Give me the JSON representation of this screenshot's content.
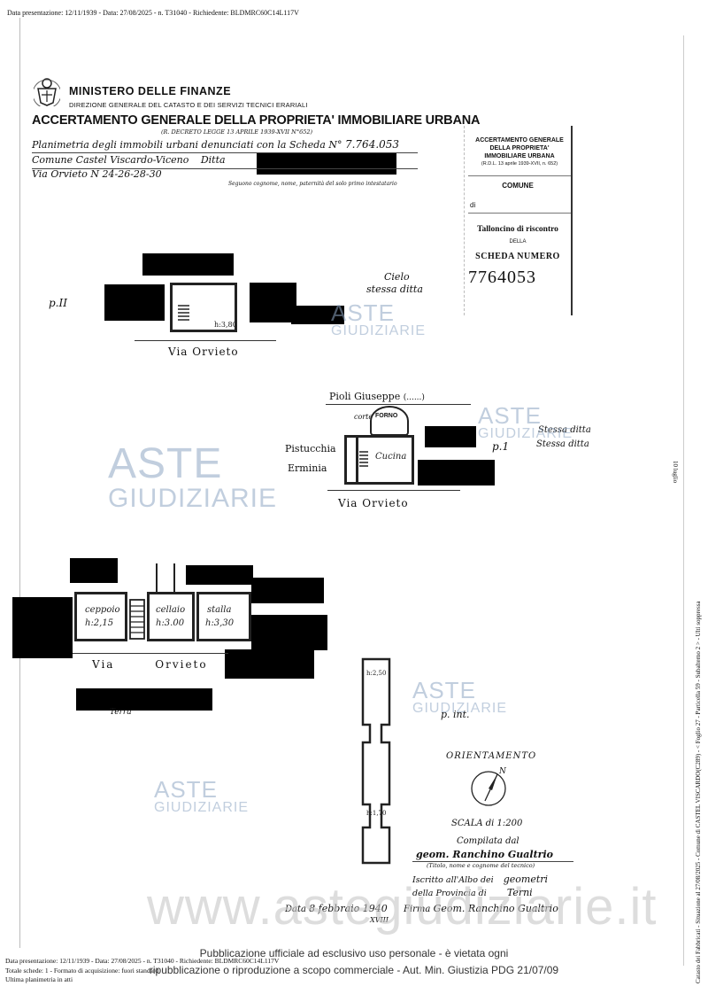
{
  "header": {
    "top_line": "Data presentazione: 12/11/1939 - Data: 27/08/2025 - n. T31040 - Richiedente: BLDMRC60C14L117V"
  },
  "letterhead": {
    "ministry": "MINISTERO DELLE FINANZE",
    "direction": "DIREZIONE GENERALE DEL CATASTO E DEI SERVIZI TECNICI ERARIALI",
    "title": "ACCERTAMENTO GENERALE DELLA PROPRIETA' IMMOBILIARE URBANA",
    "decree": "(R. DECRETO LEGGE 13 APRILE 1939-XVII N°652)"
  },
  "form": {
    "line1_label": "Planimetria degli immobili urbani denunciati con la Scheda N°",
    "scheda_no": "7.764.053",
    "comune_label": "Comune",
    "comune_value": "Castel Viscardo-Viceno",
    "ditta_label": "Ditta",
    "via_label": "Via",
    "via_value": "Orvieto N 24-26-28-30",
    "note": "Seguono cognome, nome, paternità del solo primo intestatario"
  },
  "stub": {
    "heading": "ACCERTAMENTO GENERALE DELLA PROPRIETA' IMMOBILIARE URBANA",
    "rdl": "(R.D.L. 13 aprile 1939-XVII, n. 652)",
    "comune": "COMUNE",
    "di": "di",
    "talloncino": "Talloncino di riscontro",
    "della": "DELLA",
    "scheda": "SCHEDA NUMERO",
    "number": "7764053"
  },
  "plans": {
    "p2": {
      "floor": "p.II",
      "room_h": "h:3,80",
      "street": "Via Orvieto",
      "cielo": "Cielo",
      "stessa": "stessa ditta"
    },
    "p1": {
      "floor": "p.1",
      "owner_top": "Pioli Giuseppe",
      "corte": "corte",
      "forno": "FORNO",
      "cucina": "Cucina",
      "neighbor1": "Pistucchia",
      "neighbor2": "Erminia",
      "street": "Via Orvieto",
      "stessa1": "Stessa ditta",
      "stessa2": "Stessa ditta"
    },
    "pt": {
      "room1": "ceppoio",
      "room1_h": "h:2,15",
      "room2": "cellaio",
      "room2_h": "h:3.00",
      "room3": "stalla",
      "room3_h": "h:3,30",
      "street": "Via Orvieto",
      "terra": "Terra"
    },
    "pint": {
      "floor": "p. int.",
      "h_top": "h:2,50",
      "h_bottom": "h:1,70"
    }
  },
  "compass": {
    "label": "ORIENTAMENTO",
    "north": "N"
  },
  "signature_block": {
    "scala": "SCALA di 1:200",
    "compilata": "Compilata dal",
    "name": "geom. Ranchino Gualtrio",
    "subtitle": "(Titolo, nome e cognome del tecnico)",
    "iscritto": "Iscritto all'Albo dei",
    "albo": "geometri",
    "provincia": "della Provincia di",
    "provincia_value": "Terni",
    "data_label": "Data",
    "data_value": "8 febbraio 1940",
    "year": "XVIII",
    "firma_label": "Firma",
    "firma": "Geom. Ranchino Gualtrio"
  },
  "side_text": {
    "right": "Catasto dei Fabbricati - Situazione al 27/08/2025 - Comune di CASTEL VISCARDO(C289) - < Foglio 27 - Particella 59 - Subalterno 2 > - Ulti soppressa",
    "mid": "10 luglio"
  },
  "footer": {
    "line1": "Data presentazione: 12/11/1939 - Data: 27/08/2025 - n. T31040 - Richiedente: BLDMRC60C14L117V",
    "line2": "Totale schede: 1 - Formato di acquisizione: fuori standard",
    "line3": "Ultima planimetria in atti",
    "notice1": "Pubblicazione ufficiale ad esclusivo uso personale - è vietata ogni",
    "notice2": "ripubblicazione o riproduzione a scopo commerciale - Aut. Min. Giustizia PDG 21/07/09",
    "site_wm": "www.astegiudiziarie.it"
  },
  "watermark": {
    "top": "ASTE",
    "bottom": "GIUDIZIARIE"
  }
}
